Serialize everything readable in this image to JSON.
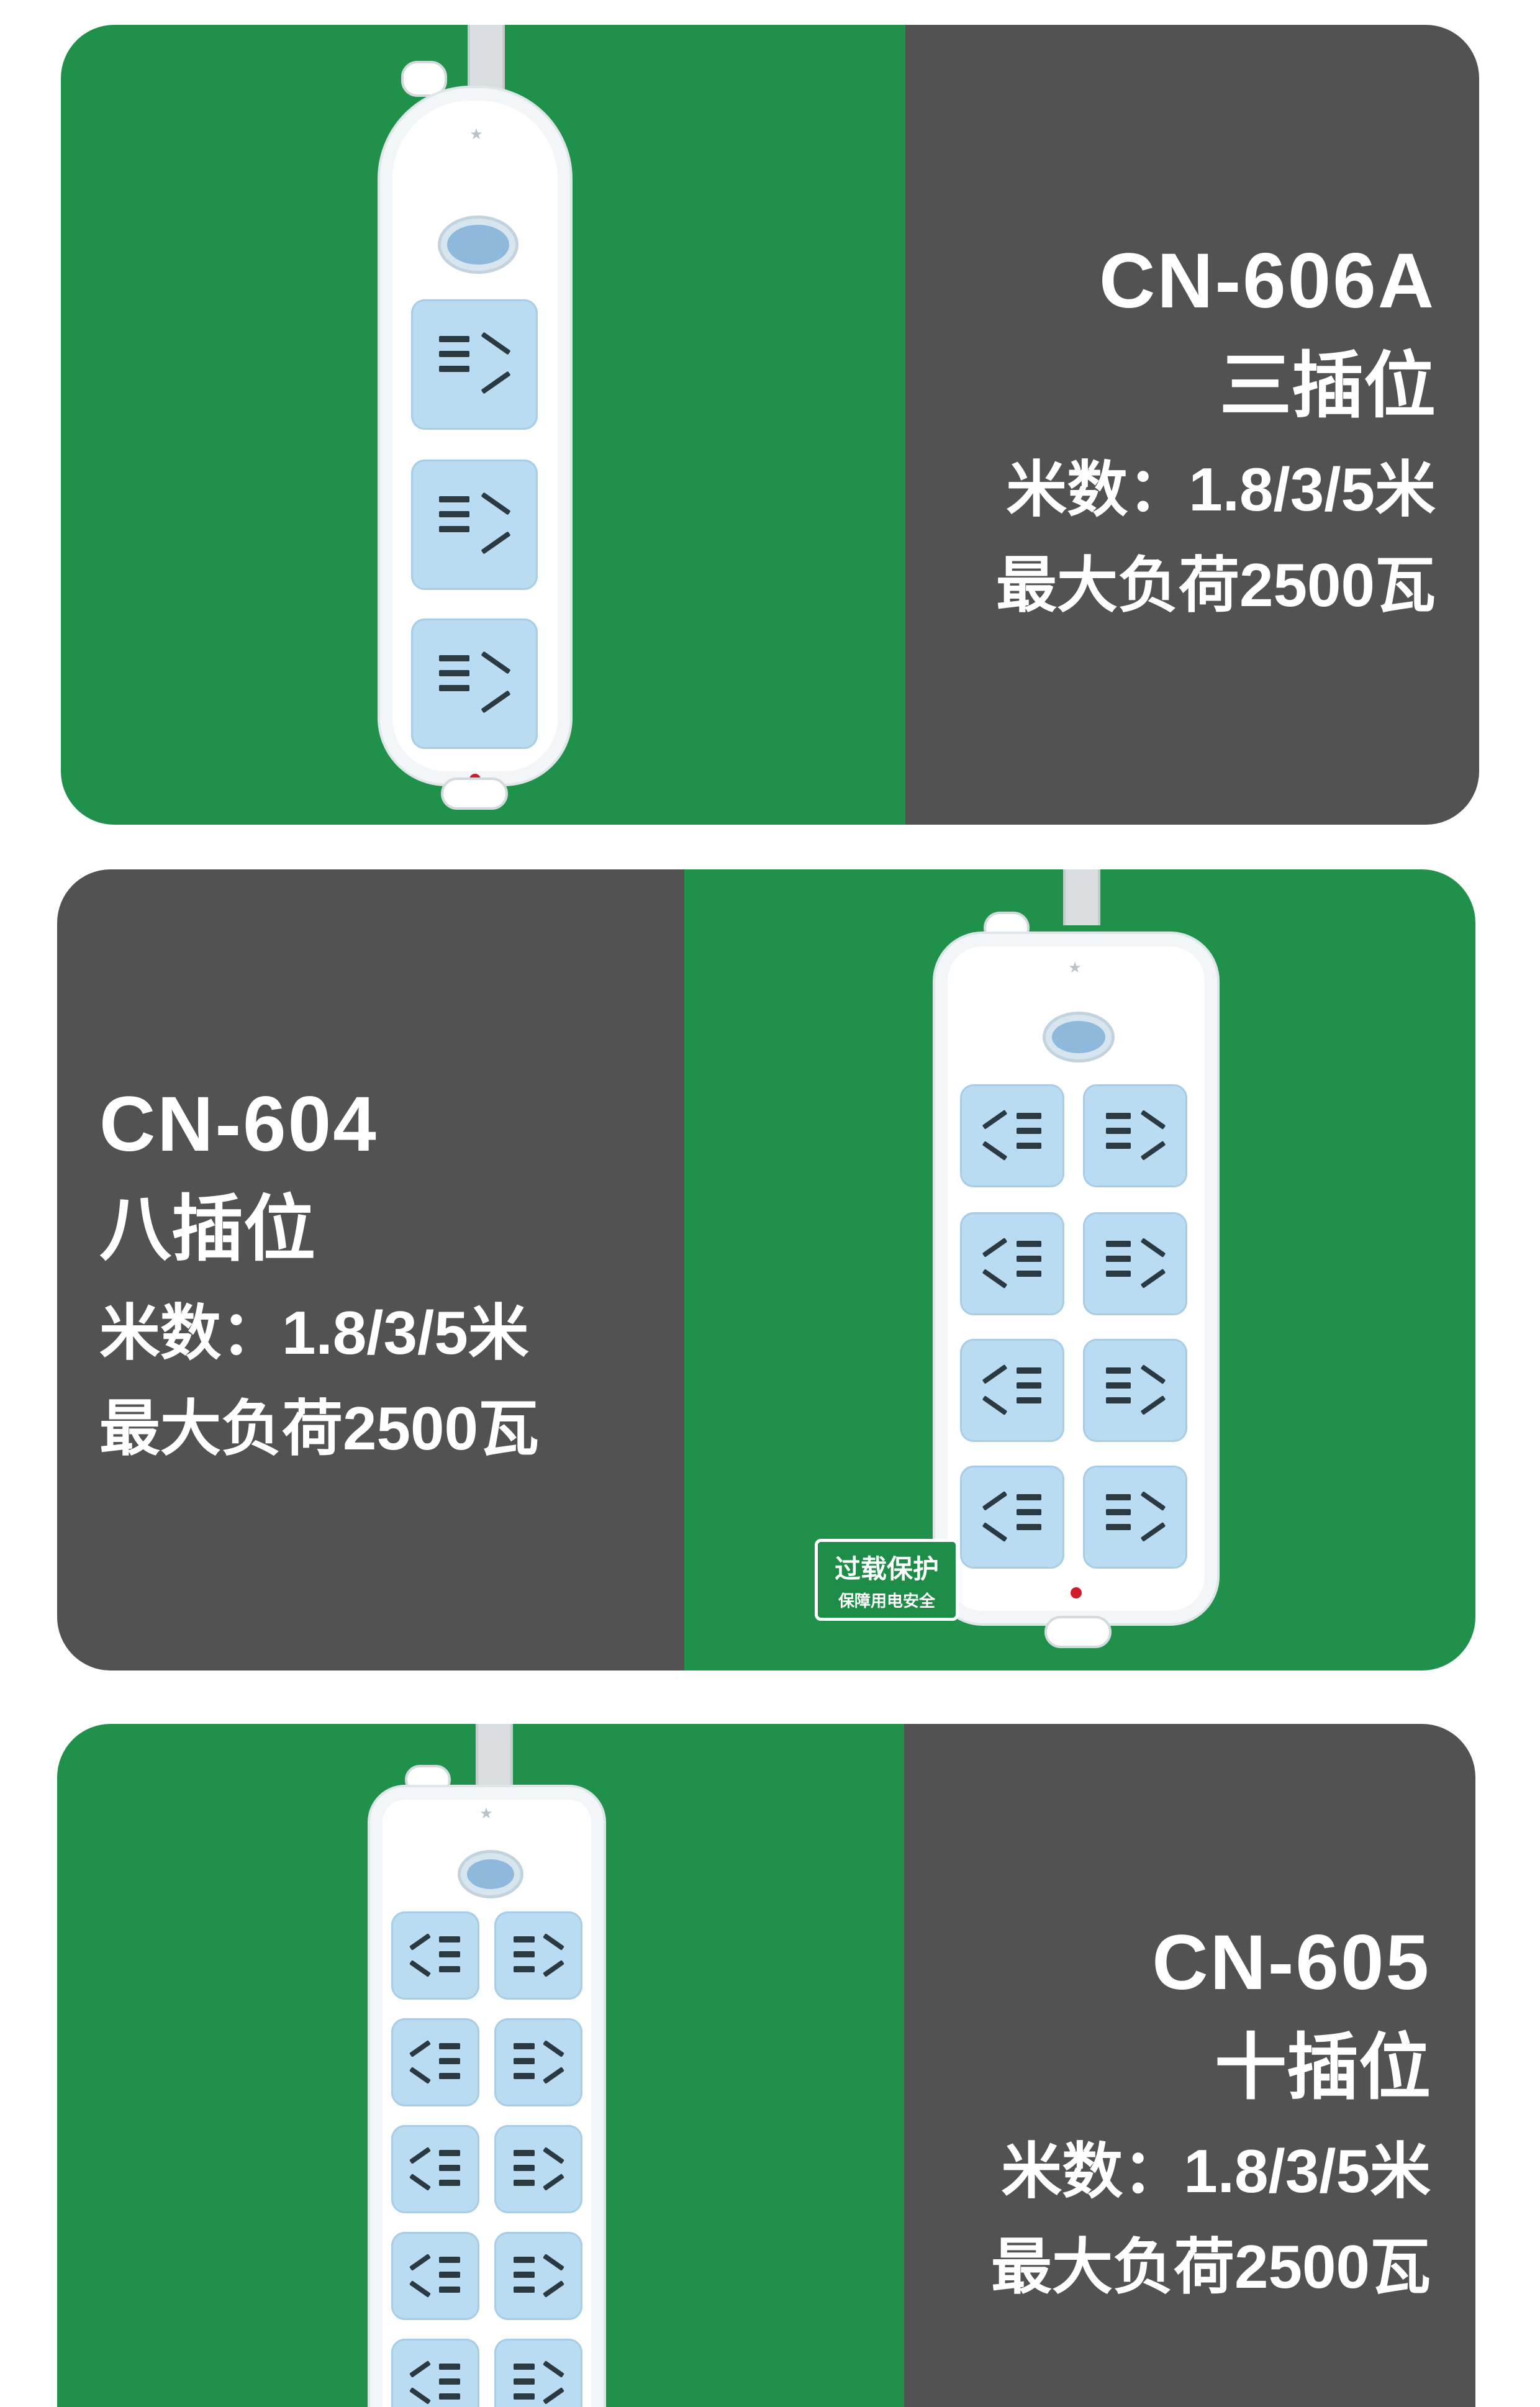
{
  "products": [
    {
      "model": "CN-606A",
      "slots": "三插位",
      "length": "米数：1.8/3/5米",
      "load": "最大负荷2500瓦"
    },
    {
      "model": "CN-604",
      "slots": "八插位",
      "length": "米数：1.8/3/5米",
      "load": "最大负荷2500瓦",
      "badge_title": "过载保护",
      "badge_sub": "保障用电安全"
    },
    {
      "model": "CN-605",
      "slots": "十插位",
      "length": "米数：1.8/3/5米",
      "load": "最大负荷2500瓦"
    }
  ],
  "colors": {
    "green": "#1f914a",
    "gray": "#525252",
    "socket_blue": "#b9dcf2",
    "switch_blue": "#8fb9dc",
    "text": "#ffffff"
  }
}
